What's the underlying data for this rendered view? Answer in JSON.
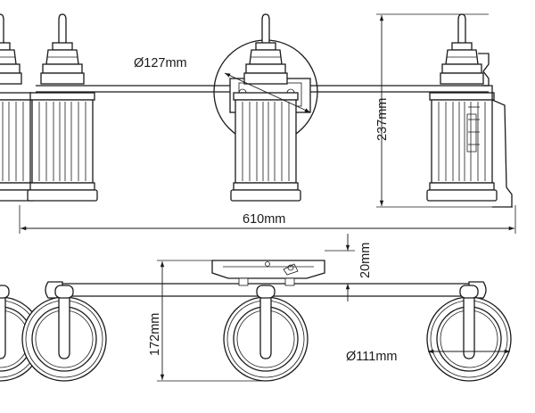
{
  "dimensions": {
    "top_width": "610mm",
    "height": "237mm",
    "backplate_diameter": "Ø127mm",
    "depth": "172mm",
    "backplate_depth": "20mm",
    "shade_diameter": "Ø111mm"
  }
}
